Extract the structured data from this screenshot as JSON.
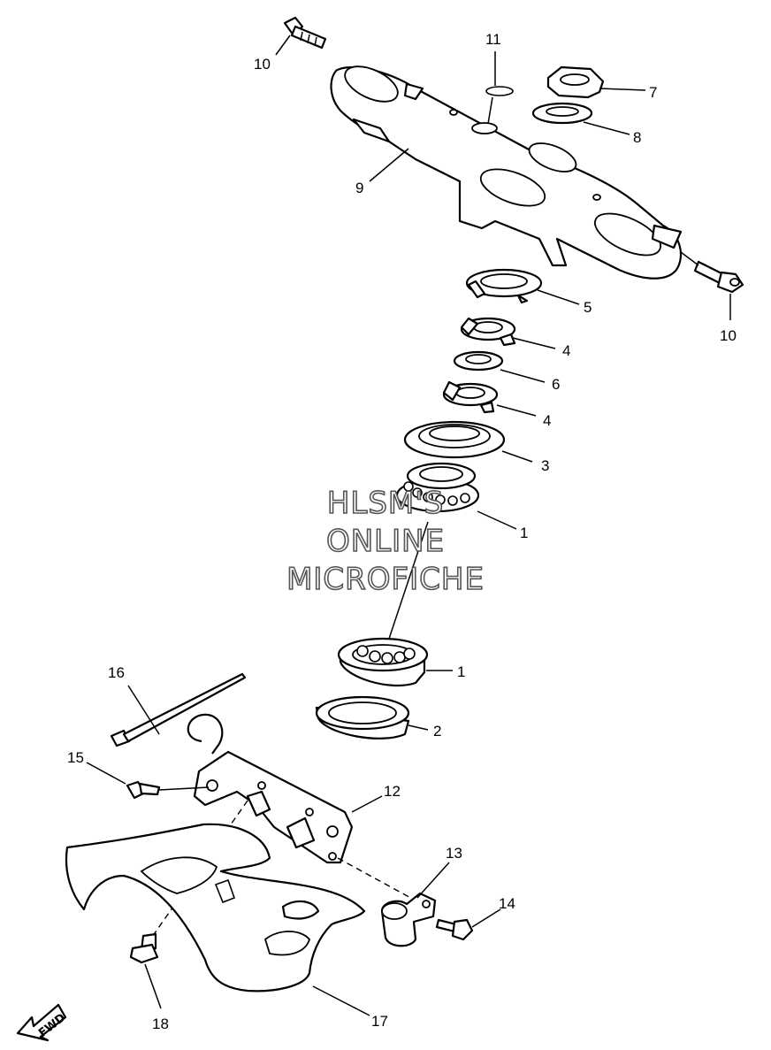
{
  "watermark": {
    "line1": "HLSM'S",
    "line2": "ONLINE",
    "line3": "MICROFICHE"
  },
  "fwd_label": "FWD",
  "callouts": {
    "c1a": "1",
    "c1b": "1",
    "c2": "2",
    "c3": "3",
    "c4a": "4",
    "c4b": "4",
    "c5": "5",
    "c6": "6",
    "c7": "7",
    "c8": "8",
    "c9": "9",
    "c10a": "10",
    "c10b": "10",
    "c11": "11",
    "c12": "12",
    "c13": "13",
    "c14": "14",
    "c15": "15",
    "c16": "16",
    "c17": "17",
    "c18": "18"
  }
}
